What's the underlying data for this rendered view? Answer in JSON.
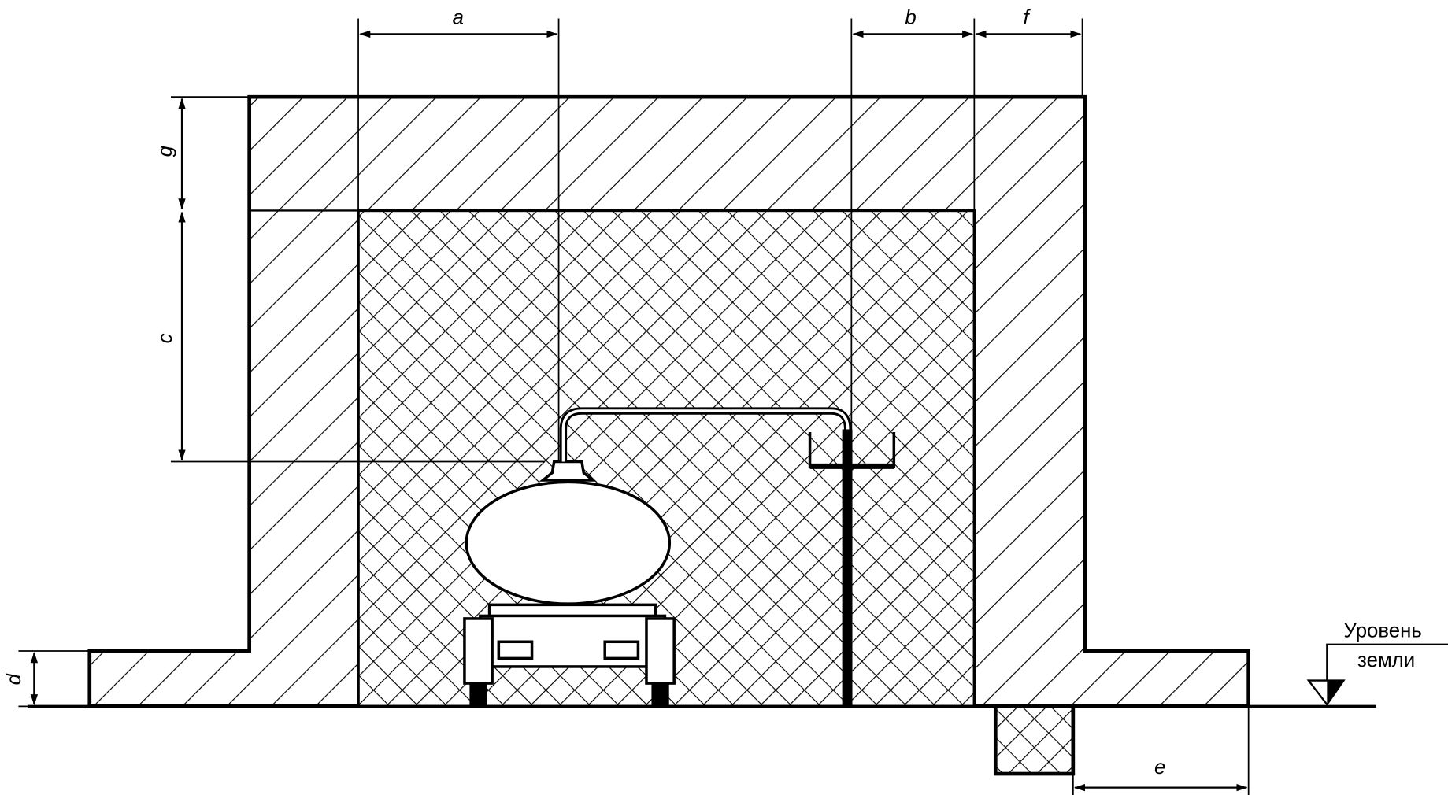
{
  "dimensions": {
    "a": "a",
    "b": "b",
    "c": "c",
    "d": "d",
    "e": "e",
    "f": "f",
    "g": "g"
  },
  "ground_label": {
    "line1": "Уровень",
    "line2": "земли"
  },
  "colors": {
    "ink": "#000000",
    "background": "#ffffff"
  }
}
